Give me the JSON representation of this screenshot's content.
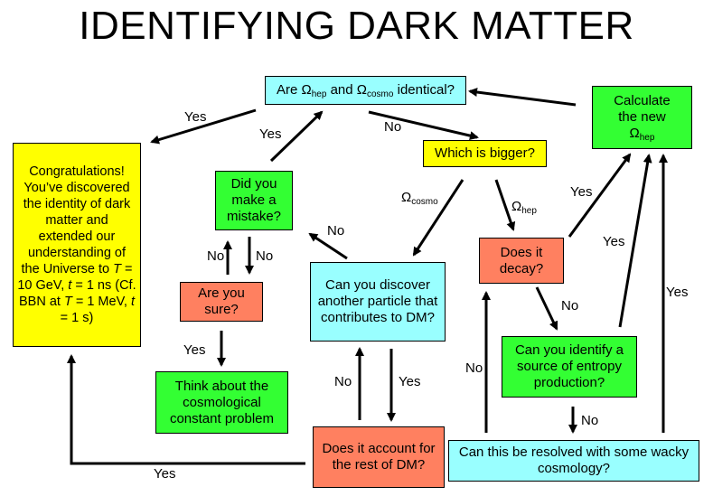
{
  "title": "IDENTIFYING DARK MATTER",
  "nodes": {
    "are_identical": {
      "pre": "Are ",
      "omega1": "Ω",
      "sub1": "hep",
      "mid": " and ",
      "omega2": "Ω",
      "sub2": "cosmo",
      "post": " identical?"
    },
    "calculate_new": {
      "line1": "Calculate",
      "line2": "the new",
      "omega": "Ω",
      "sub": "hep"
    },
    "congratulations": {
      "p1": "Congratulations! You’ve discovered the identity of dark matter and extended our understanding of the Universe to ",
      "T1": "T",
      "p2": " = 10 GeV, ",
      "t1": "t",
      "p3": " = 1 ns (Cf. BBN at ",
      "T2": "T",
      "p4": " = 1 MeV, ",
      "t2": "t",
      "p5": " = 1 s)"
    },
    "which_bigger": "Which is bigger?",
    "did_you_mistake": "Did you make a mistake?",
    "are_you_sure": "Are you sure?",
    "think_about": "Think about the cosmological constant problem",
    "discover_another": "Can you discover another particle that contributes to DM?",
    "account_rest": "Does it account for the rest of DM?",
    "does_decay": "Does it decay?",
    "identify_entropy": "Can you identify a source of entropy production?",
    "wacky_cosmology": "Can this be resolved with some wacky cosmology?"
  },
  "edge_labels": {
    "yes": "Yes",
    "no": "No",
    "omega_cosmo": {
      "omega": "Ω",
      "sub": "cosmo"
    },
    "omega_hep": {
      "omega": "Ω",
      "sub": "hep"
    }
  },
  "colors": {
    "cyan": "#99ffff",
    "green": "#33ff33",
    "yellow": "#ffff00",
    "salmon": "#ff8060"
  }
}
